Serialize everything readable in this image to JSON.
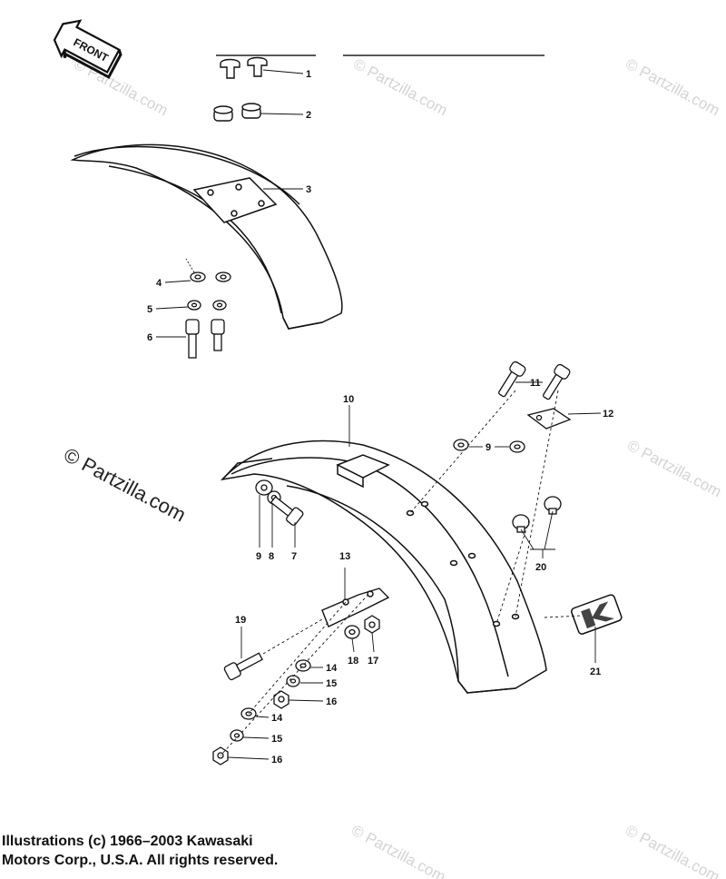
{
  "diagram": {
    "front_label": "FRONT",
    "watermark": "© Partzilla.com",
    "callouts": {
      "c1": "1",
      "c2": "2",
      "c3": "3",
      "c4": "4",
      "c5": "5",
      "c6": "6",
      "c7": "7",
      "c8": "8",
      "c9a": "9",
      "c9b": "9",
      "c10": "10",
      "c11": "11",
      "c12": "12",
      "c13": "13",
      "c14a": "14",
      "c14b": "14",
      "c15a": "15",
      "c15b": "15",
      "c16a": "16",
      "c16b": "16",
      "c17": "17",
      "c18": "18",
      "c19": "19",
      "c20": "20",
      "c21": "21"
    }
  },
  "footer": {
    "copyright_line1": "Illustrations (c) 1966–2003 Kawasaki",
    "copyright_line2": "Motors Corp., U.S.A.  All rights reserved."
  }
}
